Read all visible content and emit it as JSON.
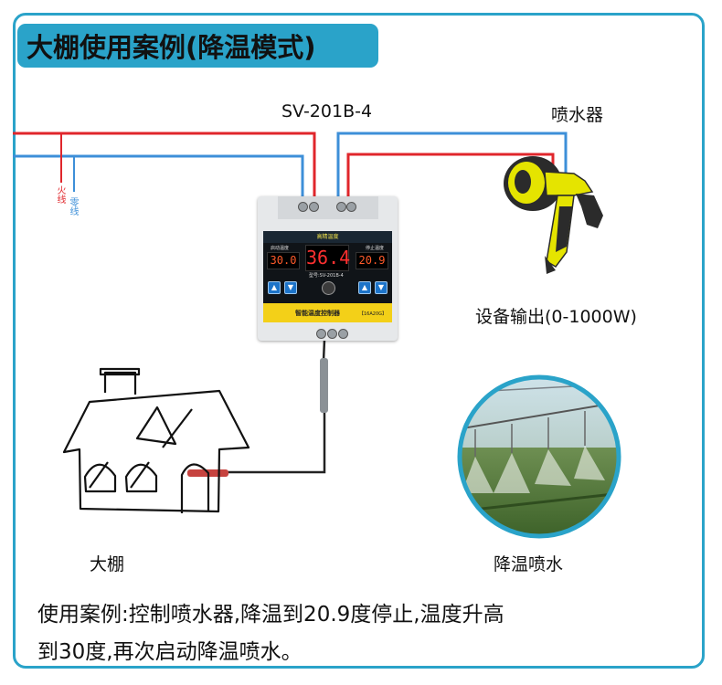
{
  "title": "大棚使用案例(降温模式)",
  "labels": {
    "model": "SV-201B-4",
    "sprinkler": "喷水器",
    "output": "设备输出(0-1000W)",
    "greenhouse": "大棚",
    "cooling_spray": "降温喷水",
    "live_wire": "火线",
    "neutral_wire": "零线"
  },
  "controller": {
    "header": "高精温度",
    "left_label": "启动温度",
    "right_label": "停止温度",
    "left_value": "30.0",
    "center_value": "36.4",
    "right_value": "20.9",
    "model_text": "型号:SV-201B-4",
    "name": "智能温度控制器",
    "spec": "【16A20G】"
  },
  "description": {
    "line1": "使用案例:控制喷水器,降温到20.9度停止,温度升高",
    "line2": "到30度,再次启动降温喷水。"
  },
  "colors": {
    "accent": "#2aa3c9",
    "live": "#e0262b",
    "neutral": "#3d8fd8",
    "sprayer": "#e5e400"
  }
}
